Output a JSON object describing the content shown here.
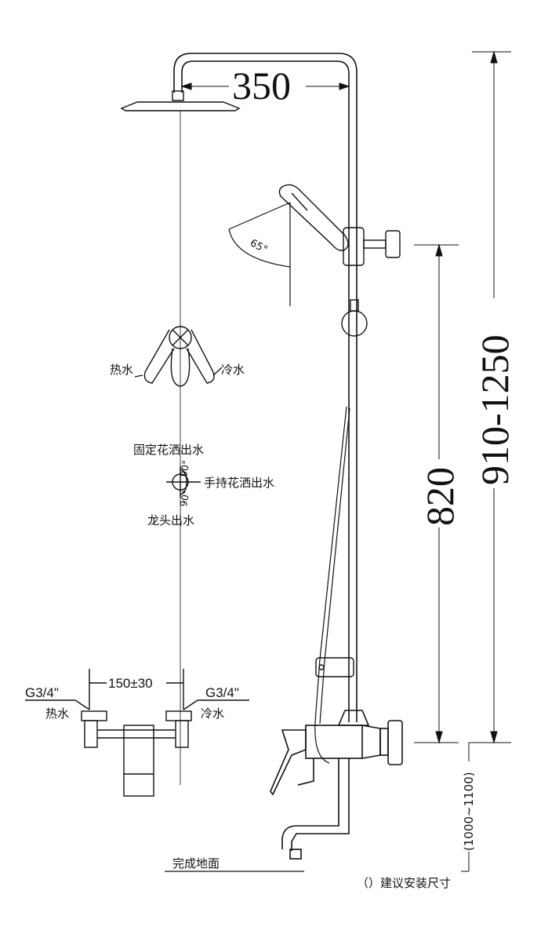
{
  "dimensions": {
    "top_width": "350",
    "total_height": "910-1250",
    "mixer_height": "820",
    "mixer_spacing": "150±30",
    "recommended_floor_height": "(1000~1100)"
  },
  "labels": {
    "hot_water_handle": "热水",
    "cold_water_handle": "冷水",
    "fixed_shower": "固定花洒出水",
    "handheld_shower": "手持花洒出水",
    "tap_outlet": "龙头出水",
    "angle_handheld": "65°",
    "angle_top": "90°",
    "angle_bottom": "90°",
    "thread_left": "G3/4\"",
    "thread_right": "G3/4\"",
    "hot_inlet": "热水",
    "cold_inlet": "冷水",
    "floor": "完成地面",
    "note": "（）建议安装尺寸"
  }
}
